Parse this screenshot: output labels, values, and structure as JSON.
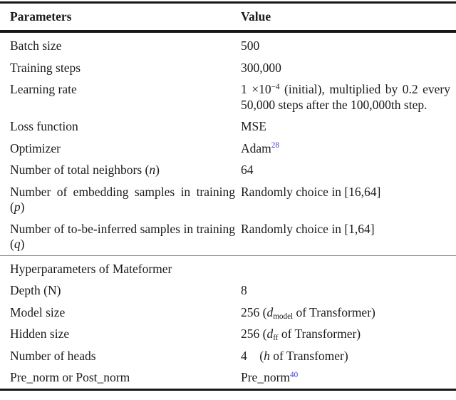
{
  "citation_color": "#3b3bdf",
  "table": {
    "header": {
      "param": "Parameters",
      "value": "Value"
    },
    "rows": [
      {
        "param": [
          {
            "t": "Batch size"
          }
        ],
        "value": [
          {
            "t": "500"
          }
        ]
      },
      {
        "param": [
          {
            "t": "Training steps"
          }
        ],
        "value": [
          {
            "t": "300,000"
          }
        ]
      },
      {
        "param": [
          {
            "t": "Learning rate"
          }
        ],
        "value": [
          {
            "t": "1 ×10"
          },
          {
            "t": "−4",
            "style": "sup"
          },
          {
            "t": " (initial), multiplied by 0.2 every 50,000 steps after the 100,000th step."
          }
        ],
        "value_justify": true
      },
      {
        "param": [
          {
            "t": "Loss function"
          }
        ],
        "value": [
          {
            "t": "MSE"
          }
        ]
      },
      {
        "param": [
          {
            "t": "Optimizer"
          }
        ],
        "value": [
          {
            "t": "Adam"
          },
          {
            "t": "28",
            "style": "supcite"
          }
        ]
      },
      {
        "param": [
          {
            "t": "Number of total neighbors ("
          },
          {
            "t": "n",
            "style": "i"
          },
          {
            "t": ")"
          }
        ],
        "value": [
          {
            "t": "64"
          }
        ]
      },
      {
        "param": [
          {
            "t": "Number of embedding samples in training ("
          },
          {
            "t": "p",
            "style": "i"
          },
          {
            "t": ")"
          }
        ],
        "value": [
          {
            "t": "Randomly choice in [16,64]"
          }
        ],
        "param_justify": true
      },
      {
        "param": [
          {
            "t": "Number of to-be-inferred samples in training ("
          },
          {
            "t": "q",
            "style": "i"
          },
          {
            "t": ")"
          }
        ],
        "value": [
          {
            "t": "Randomly choice in [1,64]"
          }
        ],
        "param_justify": true
      },
      {
        "section_rule": true,
        "param": [
          {
            "t": "Hyperparameters of Mateformer"
          }
        ],
        "value": []
      },
      {
        "param": [
          {
            "t": "Depth (N)"
          }
        ],
        "value": [
          {
            "t": "8"
          }
        ]
      },
      {
        "param": [
          {
            "t": "Model size"
          }
        ],
        "value": [
          {
            "t": "256 ("
          },
          {
            "t": "d",
            "style": "i"
          },
          {
            "t": "model",
            "style": "sub"
          },
          {
            "t": " of Transformer)"
          }
        ]
      },
      {
        "param": [
          {
            "t": "Hidden size"
          }
        ],
        "value": [
          {
            "t": "256 ("
          },
          {
            "t": "d",
            "style": "i"
          },
          {
            "t": "ff",
            "style": "sub"
          },
          {
            "t": " of Transformer)"
          }
        ]
      },
      {
        "param": [
          {
            "t": "Number of heads"
          }
        ],
        "value": [
          {
            "t": "4    ("
          },
          {
            "t": "h",
            "style": "i"
          },
          {
            "t": " of Transfomer)"
          }
        ]
      },
      {
        "param": [
          {
            "t": "Pre_norm or Post_norm"
          }
        ],
        "value": [
          {
            "t": "Pre_norm"
          },
          {
            "t": "40",
            "style": "supcite"
          }
        ]
      }
    ]
  }
}
